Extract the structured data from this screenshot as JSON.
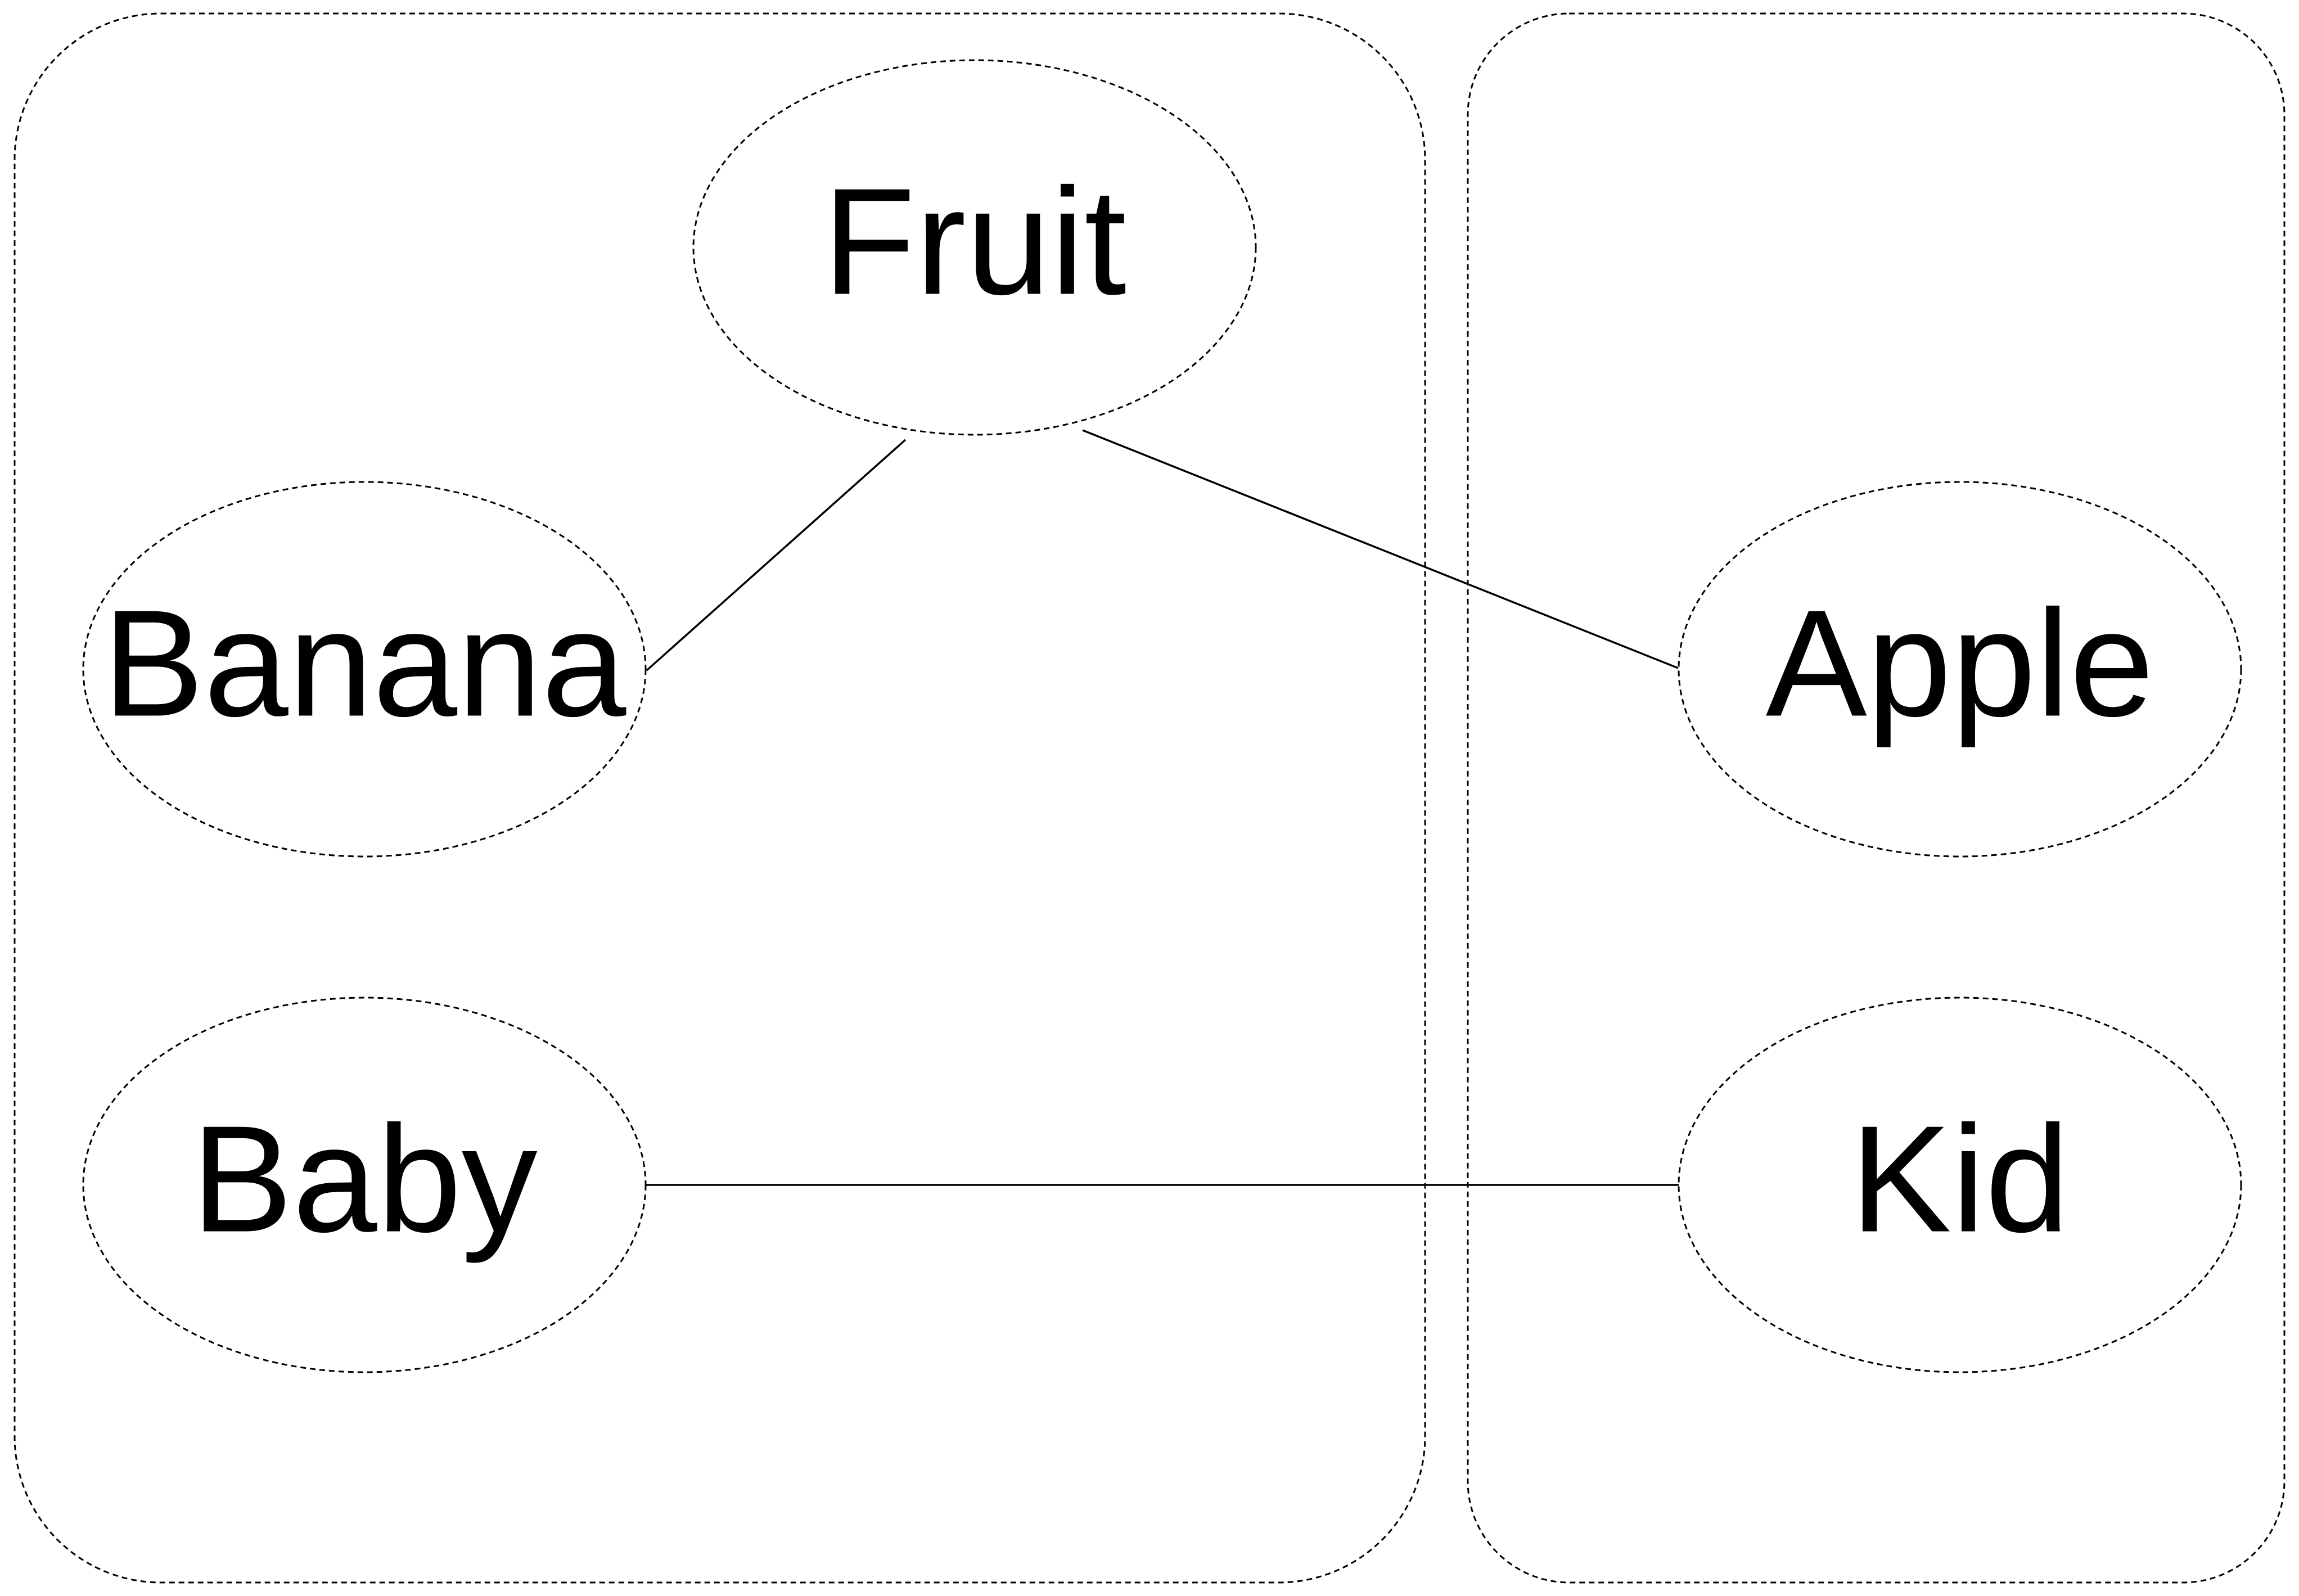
{
  "nodes": [
    {
      "id": "fruit",
      "label": "Fruit"
    },
    {
      "id": "banana",
      "label": "Banana"
    },
    {
      "id": "baby",
      "label": "Baby"
    },
    {
      "id": "apple",
      "label": "Apple"
    },
    {
      "id": "kid",
      "label": "Kid"
    }
  ],
  "groups": [
    {
      "id": "left",
      "members": [
        "fruit",
        "banana",
        "baby"
      ]
    },
    {
      "id": "right",
      "members": [
        "apple",
        "kid"
      ]
    }
  ],
  "edges": [
    {
      "from": "fruit",
      "to": "banana"
    },
    {
      "from": "fruit",
      "to": "apple"
    },
    {
      "from": "baby",
      "to": "kid"
    }
  ],
  "colors": {
    "stroke": "#000000",
    "background": "#ffffff"
  }
}
